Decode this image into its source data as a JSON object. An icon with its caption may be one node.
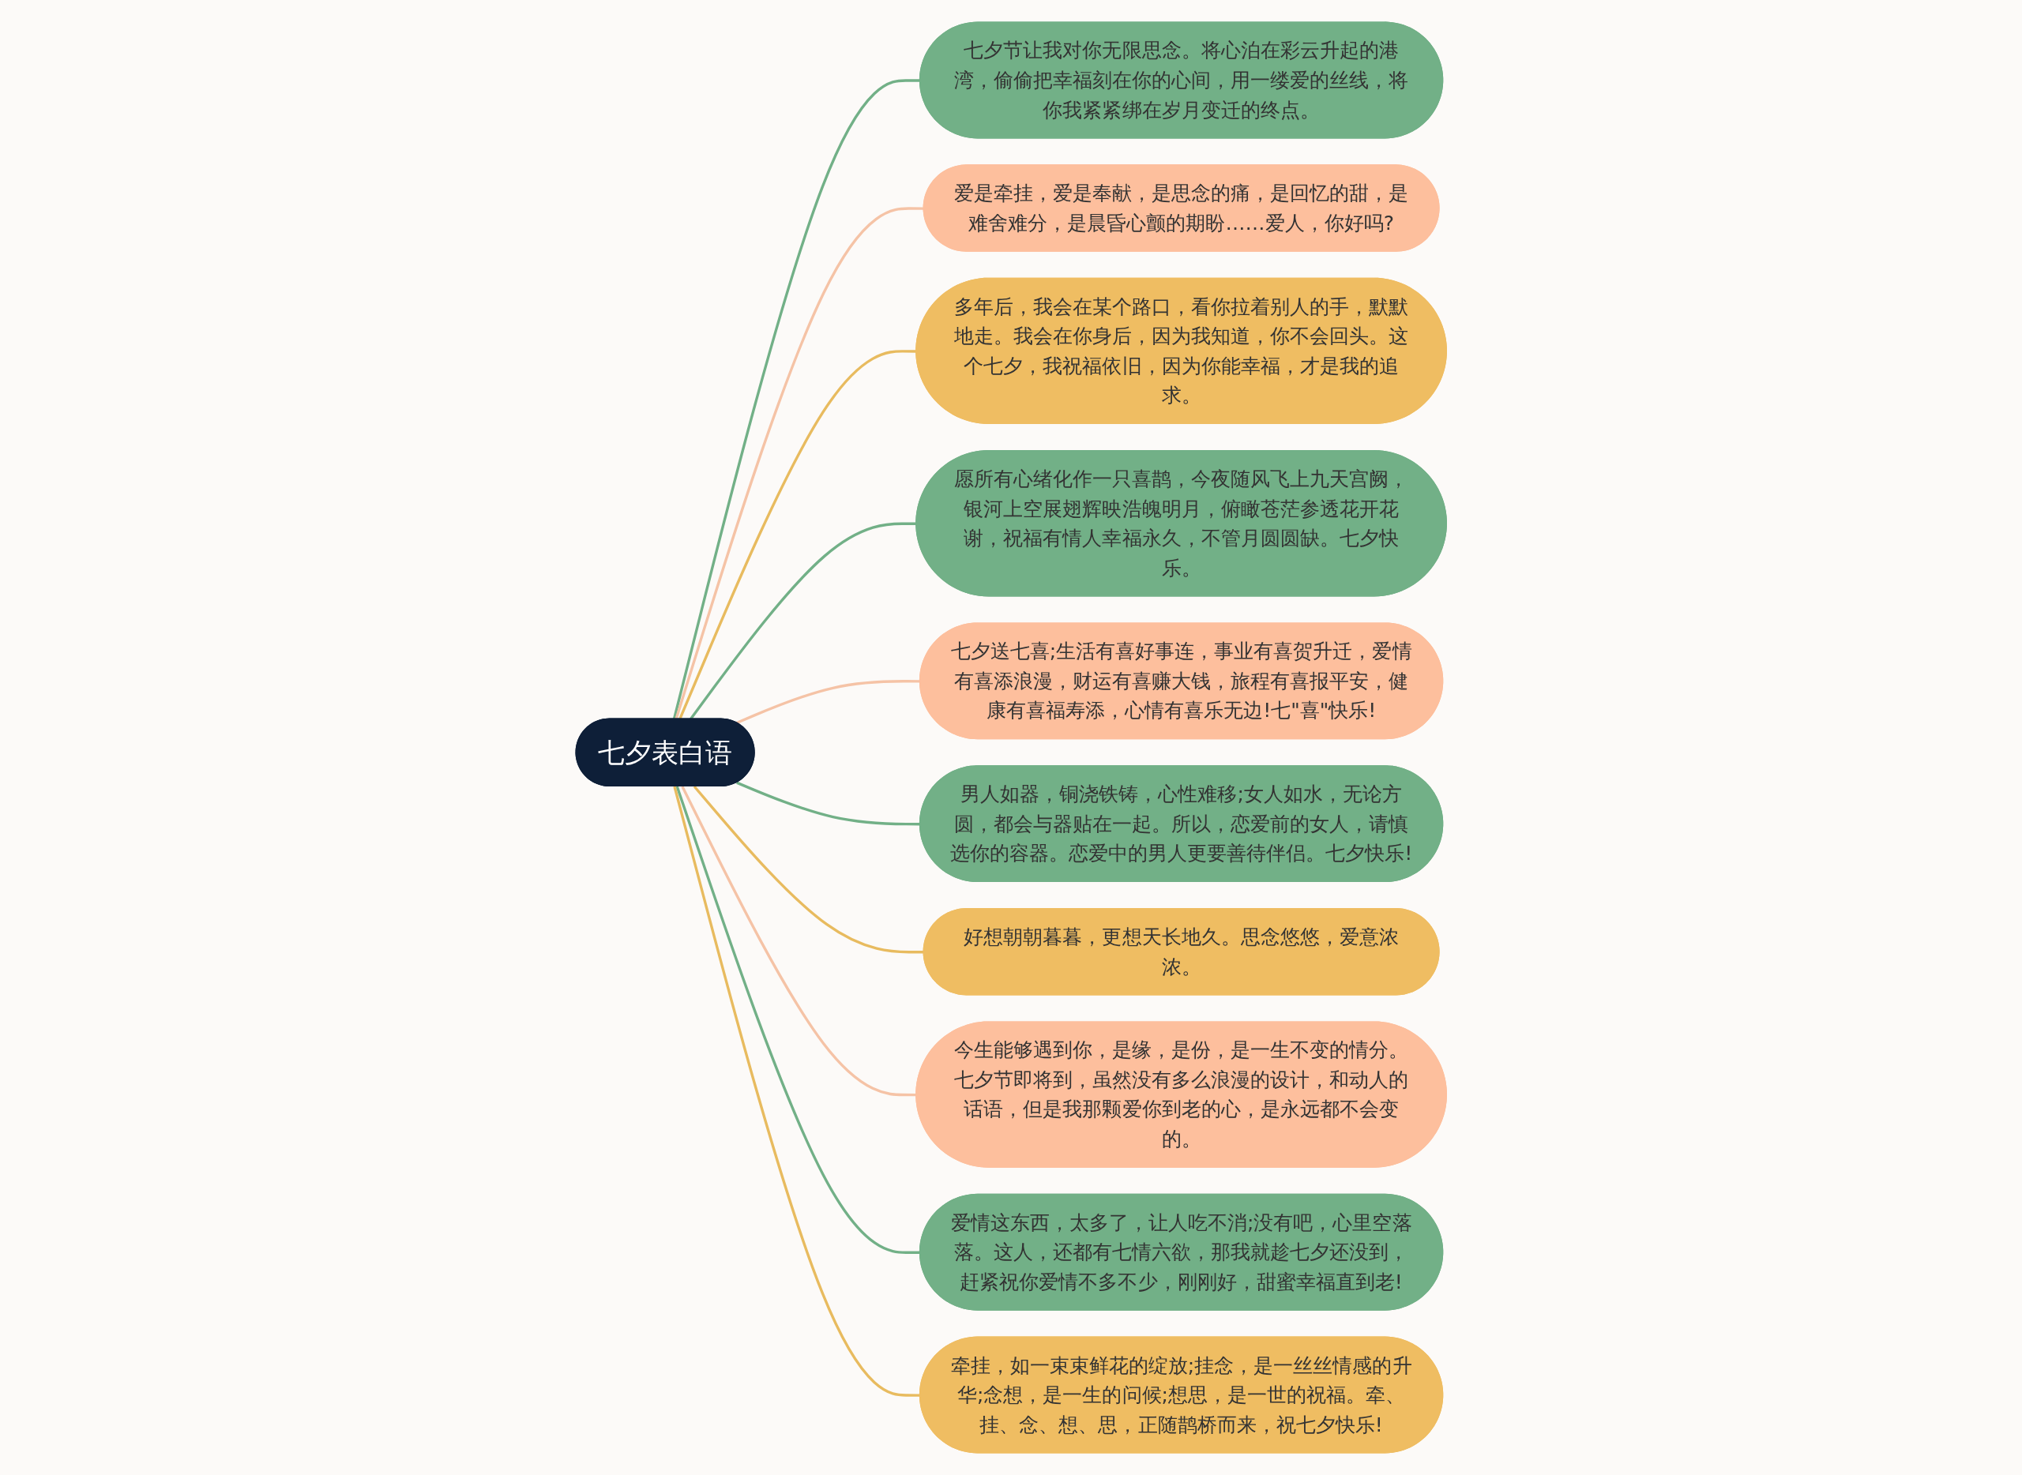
{
  "diagram": {
    "nodes": [
      {
        "text": [
          "七夕表白语"
        ]
      },
      {
        "text": [
          "七夕节让我对你无限思念。将心泊在彩云升起的港湾，偷偷把幸福刻在你的心间，用一缕爱的丝线，将你我紧紧绑在岁月变迁的终点。"
        ]
      },
      {
        "text": [
          "爱是牵挂，爱是奉献，是思念的痛，是回忆的甜，是难舍难分，是晨昏心颤的期盼……爱人，你好吗?"
        ]
      },
      {
        "text": [
          "多年后，我会在某个路口，看你拉着别人的手，默默地走。我会在你身后，因为我知道，你不会回头。这个七夕，我祝福依旧，因为你能幸福，才是我的追求。"
        ]
      },
      {
        "text": [
          "愿所有心绪化作一只喜鹊，今夜随风飞上九天宫阙，银河上空展翅辉映浩魄明月，俯瞰苍茫参透花开花谢，祝福有情人幸福永久，不管月圆圆缺。七夕快乐。"
        ]
      },
      {
        "text": [
          "七夕送七喜;生活有喜好事连，事业有喜贺升迁，爱情有喜添浪漫，财运有喜赚大钱，旅程有喜报平安，健康有喜福寿添，心情有喜乐无边!七\"喜\"快乐!"
        ]
      },
      {
        "text": [
          "男人如器，铜浇铁铸，心性难移;女人如水，无论方圆，都会与器贴在一起。所以，恋爱前的女人，请慎选你的容器。恋爱中的男人更要善待伴侣。七夕快乐!"
        ]
      },
      {
        "text": [
          "好想朝朝暮暮，更想天长地久。思念悠悠，爱意浓浓。"
        ]
      },
      {
        "text": [
          "今生能够遇到你，是缘，是份，是一生不变的情分。七夕节即将到，虽然没有多么浪漫的设计，和动人的话语，但是我那颗爱你到老的心，是永远都不会变的。"
        ]
      },
      {
        "text": [
          "爱情这东西，太多了，让人吃不消;没有吧，心里空落落。这人，还都有七情六欲，那我就趁七夕还没到，赶紧祝你爱情不多不少，刚刚好，甜蜜幸福直到老!"
        ]
      },
      {
        "text": [
          "牵挂，如一束束鲜花的绽放;挂念，是一丝丝情感的升华;念想，是一生的问候;想思，是一世的祝福。牵、挂、念、想、思，正随鹊桥而来，祝七夕快乐!"
        ]
      }
    ],
    "edges": [
      {
        "from": 0,
        "to": 1,
        "arrow": "none"
      },
      {
        "from": 0,
        "to": 2,
        "arrow": "none",
        "color": "#f5c3a6"
      },
      {
        "from": 0,
        "to": 3,
        "arrow": "none",
        "color": "#e8bb5f"
      },
      {
        "from": 0,
        "to": 4,
        "arrow": "none"
      },
      {
        "from": 0,
        "to": 5,
        "arrow": "none",
        "color": "#f5c3a6"
      },
      {
        "from": 0,
        "to": 6,
        "arrow": "none"
      },
      {
        "from": 0,
        "to": 7,
        "arrow": "none",
        "color": "#e8bb5f"
      },
      {
        "from": 0,
        "to": 8,
        "arrow": "none",
        "color": "#f5c3a6"
      },
      {
        "from": 0,
        "to": 9,
        "arrow": "none"
      },
      {
        "from": 0,
        "to": 10,
        "arrow": "none",
        "color": "#e8bb5f"
      }
    ]
  }
}
